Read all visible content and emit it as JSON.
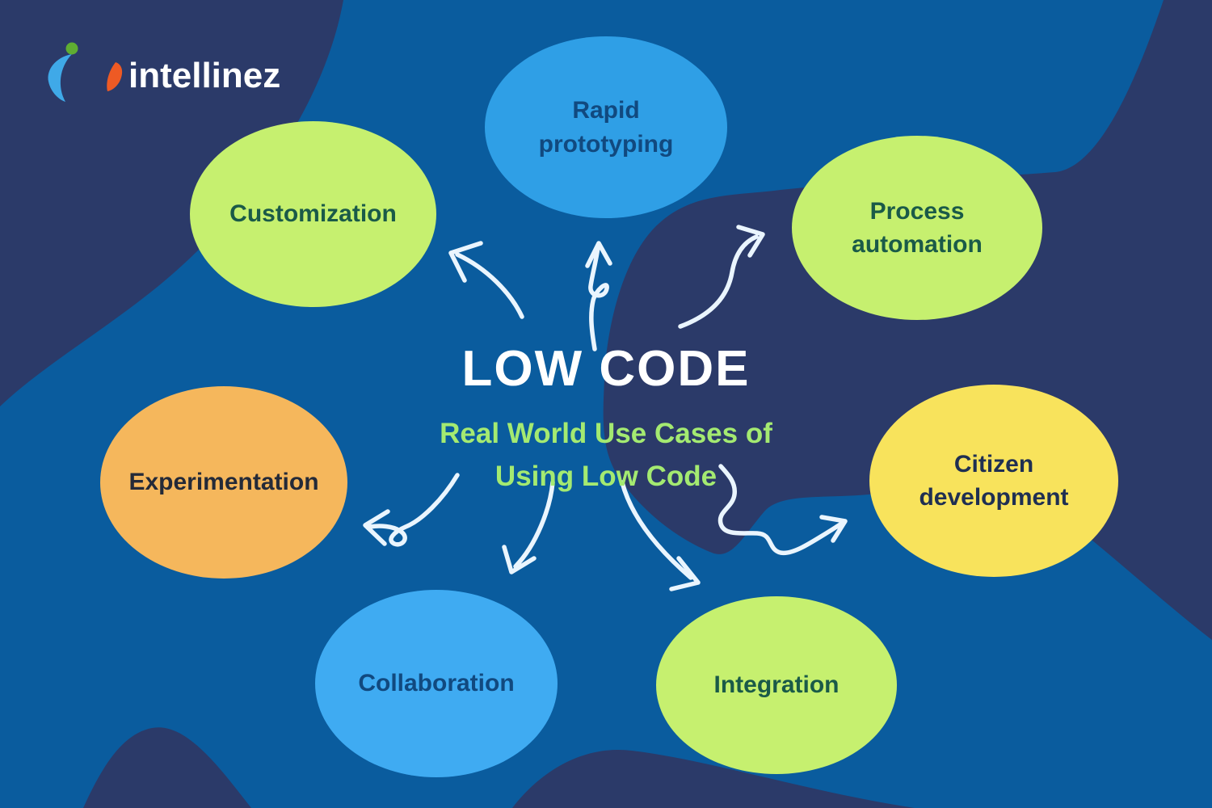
{
  "brand": {
    "name": "intellinez"
  },
  "center": {
    "title": "LOW CODE",
    "subtitle": [
      "Real World Use Cases of",
      "Using Low Code"
    ]
  },
  "bubbles": [
    {
      "label": "Rapid prototyping",
      "fill": "#2F9FE6",
      "text_color": "#11497F"
    },
    {
      "label": "Customization",
      "fill": "#C6F06F",
      "text_color": "#1A5A48"
    },
    {
      "label": "Process automation",
      "fill": "#C6F06F",
      "text_color": "#1A5A48"
    },
    {
      "label": "Experimentation",
      "fill": "#F5B75C",
      "text_color": "#242A38"
    },
    {
      "label": "Citizen development",
      "fill": "#F8E35C",
      "text_color": "#1F2F52"
    },
    {
      "label": "Collaboration",
      "fill": "#3FABF2",
      "text_color": "#11497F"
    },
    {
      "label": "Integration",
      "fill": "#C6F06F",
      "text_color": "#1A5A48"
    }
  ],
  "colors": {
    "background": "#0A5C9E",
    "blob": "#2B3A69",
    "title": "#FFFFFF",
    "subtitle": "#A4EA71",
    "arrow": "#EAF5FE",
    "logo_text": "#FFFFFF",
    "logo_blue": "#3FA9E8",
    "logo_orange": "#EE5A24",
    "logo_green": "#5FAD32"
  }
}
